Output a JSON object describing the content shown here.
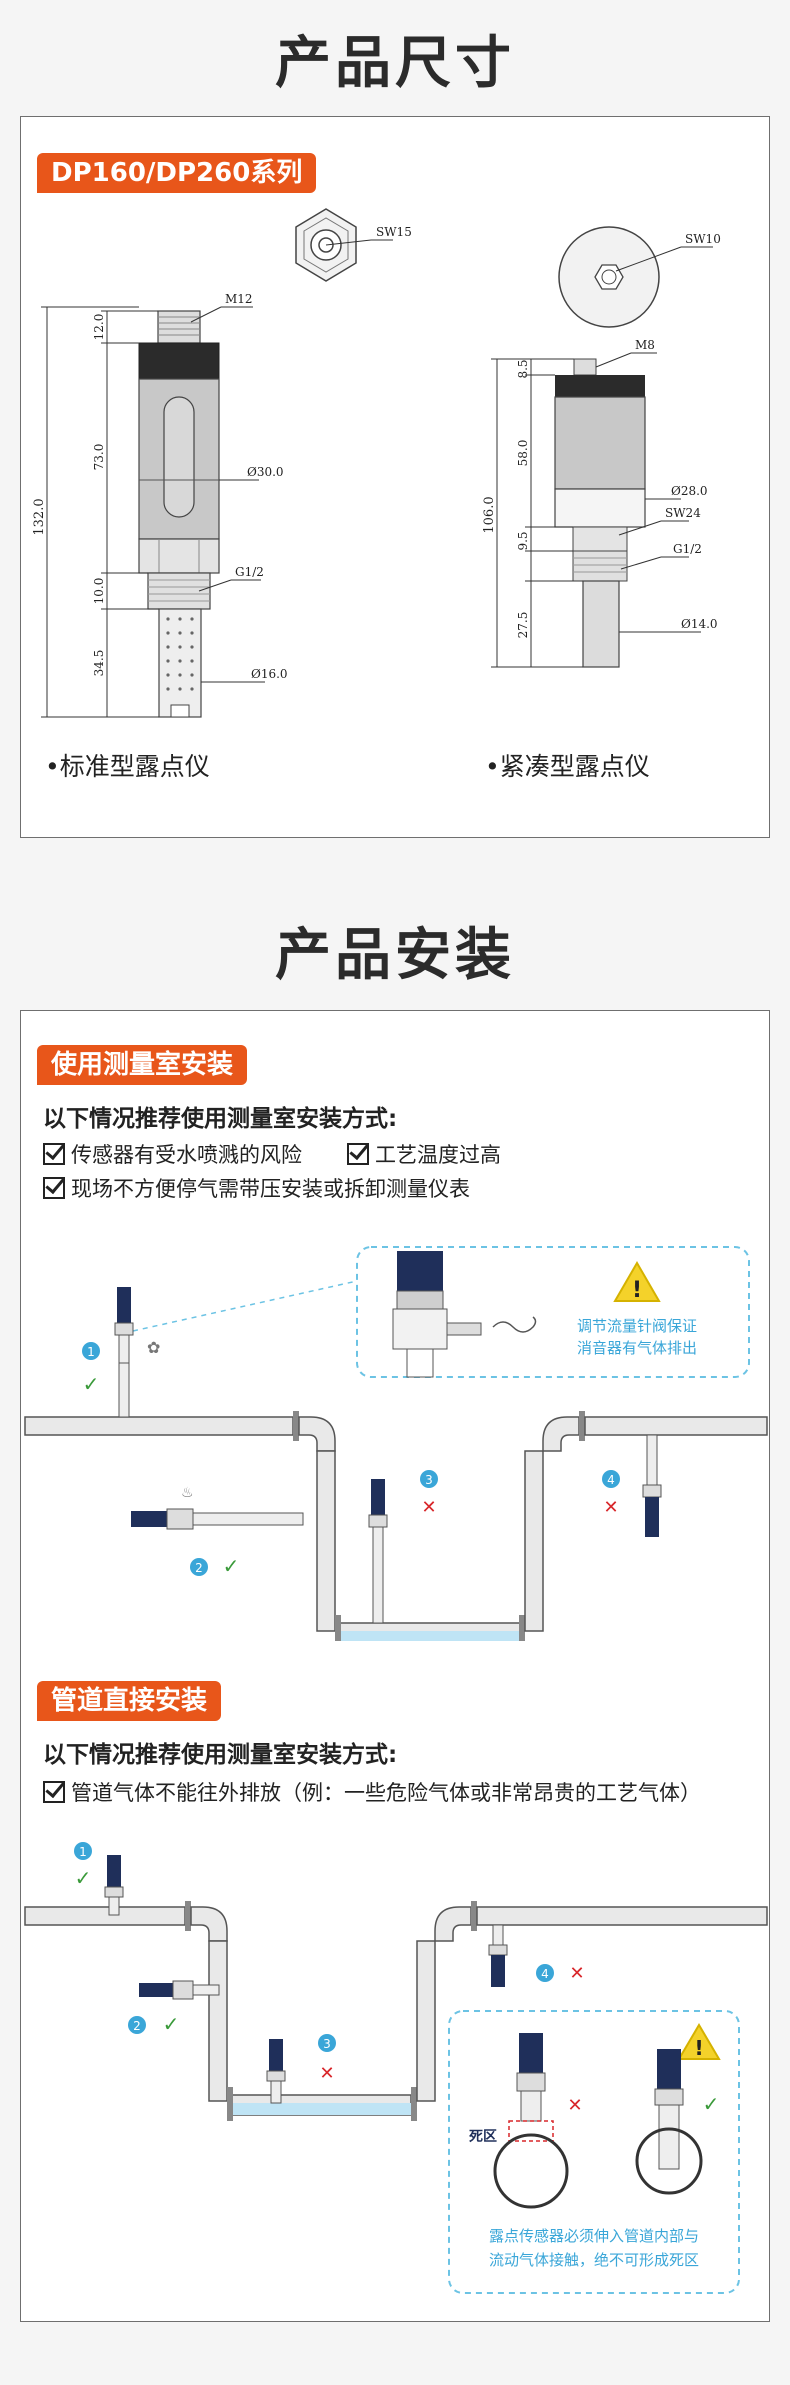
{
  "size_section": {
    "title": "产品尺寸",
    "series_tag": "DP160/DP260系列",
    "standard": {
      "caption": "•标准型露点仪",
      "sw": "SW15",
      "thread_top": "M12",
      "dia_body": "Ø30.0",
      "thread_bottom": "G1/2",
      "dia_tip": "Ø16.0",
      "dim_total": "132.0",
      "dim_a": "12.0",
      "dim_b": "73.0",
      "dim_c": "10.0",
      "dim_d": "34.5"
    },
    "compact": {
      "caption": "•紧凑型露点仪",
      "sw_top": "SW10",
      "thread_top": "M8",
      "dia_body": "Ø28.0",
      "sw_mid": "SW24",
      "thread_bottom": "G1/2",
      "dia_tip": "Ø14.0",
      "dim_total": "106.0",
      "dim_a": "8.5",
      "dim_b": "58.0",
      "dim_c": "9.5",
      "dim_d": "27.5"
    }
  },
  "install_section": {
    "title": "产品安装",
    "chamber": {
      "tag": "使用测量室安装",
      "subhead": "以下情况推荐使用测量室安装方式:",
      "items": [
        "传感器有受水喷溅的风险",
        "工艺温度过高",
        "现场不方便停气需带压安装或拆卸测量仪表"
      ],
      "note_line1": "调节流量针阀保证",
      "note_line2": "消音器有气体排出",
      "markers": [
        "1",
        "2",
        "3",
        "4"
      ]
    },
    "pipe": {
      "tag": "管道直接安装",
      "subhead": "以下情况推荐使用测量室安装方式:",
      "items": [
        "管道气体不能往外排放（例：一些危险气体或非常昂贵的工艺气体）"
      ],
      "dead_zone": "死区",
      "note_line1": "露点传感器必须伸入管道内部与",
      "note_line2": "流动气体接触，绝不可形成死区",
      "markers": [
        "1",
        "2",
        "3",
        "4"
      ]
    }
  },
  "colors": {
    "accent": "#e8561a",
    "info_blue": "#3aa6d8",
    "ok_green": "#3a9a3a",
    "bad_red": "#d8262a",
    "sensor_navy": "#1f2f5a",
    "warn_yellow": "#f4d22a"
  }
}
